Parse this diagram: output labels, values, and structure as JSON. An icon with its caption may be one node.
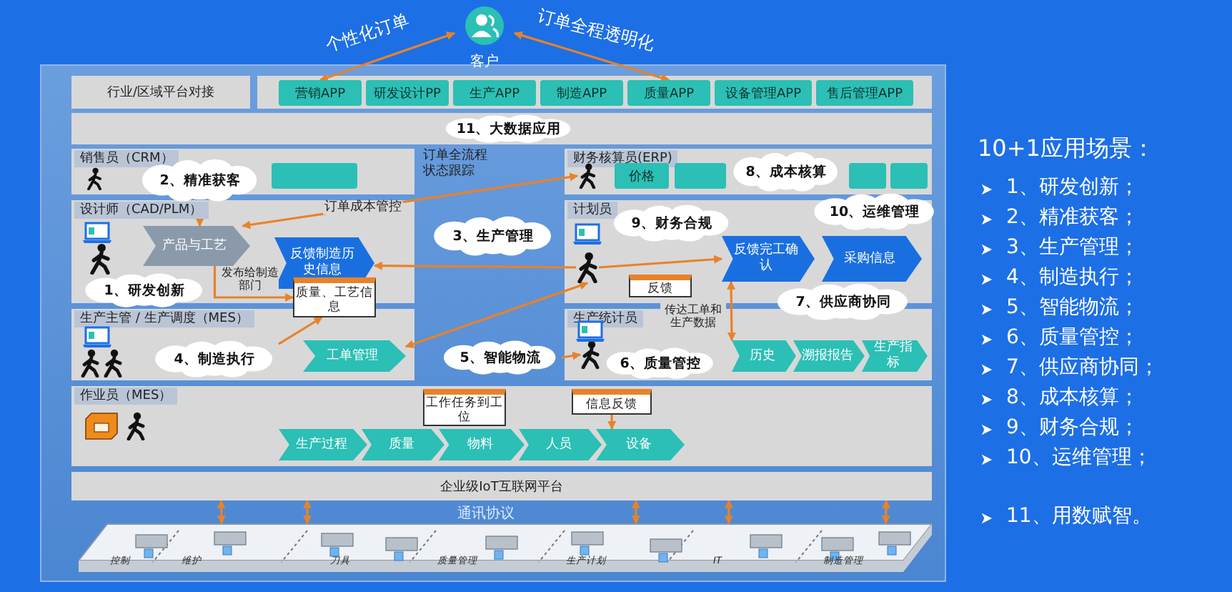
{
  "diagram": {
    "nodes": [
      {
        "text": [
          "客户"
        ]
      },
      {
        "text": [
          "行业/区域平台对接"
        ]
      },
      {
        "text": [],
        "shape": "box"
      },
      {
        "text": [
          "营销APP"
        ],
        "in": 2
      },
      {
        "text": [
          "研发设计PP"
        ],
        "in": 2
      },
      {
        "text": [
          "生产APP"
        ],
        "in": 2
      },
      {
        "text": [
          "制造APP"
        ],
        "in": 2
      },
      {
        "text": [
          "质量APP"
        ],
        "in": 2
      },
      {
        "text": [
          "设备管理APP"
        ],
        "in": 2
      },
      {
        "text": [
          "售后管理APP"
        ],
        "in": 2
      },
      {
        "text": [],
        "shape": "box"
      },
      {
        "text": [
          "11、大数据应用"
        ],
        "in": 10
      },
      {
        "text": [
          "销售员（CRM）"
        ]
      },
      {
        "text": [],
        "shape": "box",
        "in": 12
      },
      {
        "text": [
          "2、精准获客"
        ]
      },
      {
        "text": [
          "设计师（CAD/PLM）"
        ]
      },
      {
        "text": [
          "产品与工艺"
        ],
        "in": 15
      },
      {
        "text": [
          "反馈制造历史信息"
        ],
        "in": 15
      },
      {
        "text": [
          "1、研发创新"
        ]
      },
      {
        "text": [
          "生产主管 / 生产调度（MES）"
        ]
      },
      {
        "text": [
          "工单管理"
        ],
        "in": 19
      },
      {
        "text": [
          "质量、工艺信息"
        ]
      },
      {
        "text": [
          "4、制造执行"
        ],
        "in": 19
      },
      {
        "text": [
          "5、智能物流"
        ]
      },
      {
        "text": [
          "工作任务到工位"
        ],
        "in": 48
      },
      {
        "text": [
          "财务核算员(ERP)"
        ]
      },
      {
        "text": [],
        "shape": "person",
        "in": 25
      },
      {
        "text": [
          "价格"
        ],
        "in": 25
      },
      {
        "text": [],
        "shape": "box",
        "in": 25
      },
      {
        "text": [],
        "shape": "box",
        "in": 25
      },
      {
        "text": [],
        "shape": "box",
        "in": 25
      },
      {
        "text": [
          "8、成本核算"
        ],
        "in": 25
      },
      {
        "text": [
          "计划员"
        ]
      },
      {
        "text": [],
        "shape": "person",
        "in": 32
      },
      {
        "text": [
          "反馈完工确认"
        ],
        "in": 32
      },
      {
        "text": [
          "采购信息"
        ],
        "in": 32
      },
      {
        "text": [
          "反馈"
        ],
        "in": 32
      },
      {
        "text": [
          "9、财务合规"
        ],
        "in": 32
      },
      {
        "text": [
          "10、运维管理"
        ]
      },
      {
        "text": [
          "3、生产管理"
        ]
      },
      {
        "text": [
          "7、供应商协同"
        ]
      },
      {
        "text": [
          "生产统计员"
        ]
      },
      {
        "text": [],
        "shape": "person",
        "in": 41
      },
      {
        "text": [
          "历史"
        ],
        "in": 41
      },
      {
        "text": [
          "溯报报告"
        ],
        "in": 41
      },
      {
        "text": [
          "生产指标"
        ],
        "in": 41
      },
      {
        "text": [
          "6、质量管控"
        ],
        "in": 41
      },
      {
        "text": [
          "信息反馈"
        ],
        "in": 48
      },
      {
        "text": [
          "作业员（MES）"
        ]
      },
      {
        "text": [
          "生产过程"
        ],
        "in": 48
      },
      {
        "text": [
          "质量"
        ],
        "in": 48
      },
      {
        "text": [
          "物料"
        ],
        "in": 48
      },
      {
        "text": [
          "人员"
        ],
        "in": 48
      },
      {
        "text": [
          "设备"
        ],
        "in": 48
      },
      {
        "text": [
          "企业级IoT互联网平台"
        ]
      },
      {
        "text": [],
        "shape": "picture"
      }
    ],
    "edges": [
      {
        "from": 0,
        "to": 3,
        "arrow": "both",
        "label": "个性化订单"
      },
      {
        "from": 0,
        "to": 7,
        "arrow": "both",
        "label": "订单全程透明化"
      },
      {
        "from": 14,
        "to": 16,
        "arrow": "to"
      },
      {
        "from": 26,
        "to": 16,
        "arrow": "both",
        "label": "订单成本管控"
      },
      {
        "from": 33,
        "to": 17,
        "arrow": "to"
      },
      {
        "from": 33,
        "to": 34,
        "arrow": "to"
      },
      {
        "from": 33,
        "to": 20,
        "arrow": "both"
      },
      {
        "from": 16,
        "to": 21,
        "arrow": "to",
        "label": "发布给制造部门"
      },
      {
        "from": 22,
        "to": 21,
        "arrow": "to"
      },
      {
        "from": 23,
        "to": 42,
        "arrow": "to"
      },
      {
        "from": 34,
        "to": 43,
        "arrow": "both",
        "label": "传达工单和生产数据"
      },
      {
        "from": 47,
        "to": 53,
        "arrow": "to"
      },
      {
        "from": 54,
        "to": 55,
        "arrow": "both"
      },
      {
        "from": 54,
        "to": 55,
        "arrow": "both"
      },
      {
        "from": 54,
        "to": 55,
        "arrow": "both"
      },
      {
        "from": 54,
        "to": 55,
        "arrow": "both"
      },
      {
        "from": 54,
        "to": 55,
        "arrow": "both"
      }
    ],
    "labels": [
      "订单全流程状态跟踪",
      "通讯协议",
      "控制",
      "维护",
      "刀具",
      "质量管理",
      "生产计划",
      "IT",
      "制造管理",
      "10+1应用场景：",
      "1、研发创新；",
      "2、精准获客；",
      "3、生产管理；",
      "4、制造执行；",
      "5、智能物流；",
      "6、质量管控；",
      "7、供应商协同；",
      "8、成本核算；",
      "9、财务合规；",
      "10、运维管理；",
      "11、用数赋智。"
    ]
  }
}
